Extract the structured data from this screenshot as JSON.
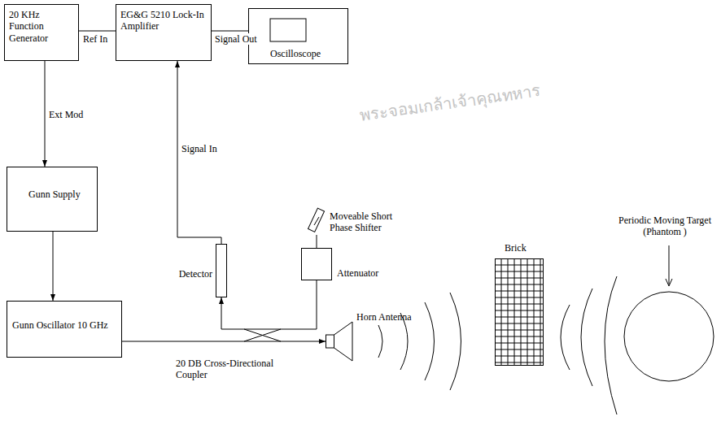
{
  "diagram": {
    "nodes": [
      {
        "text": [
          "20 KHz Function Generator"
        ]
      },
      {
        "text": [
          "EG&G 5210 Lock-In Amplifier"
        ]
      },
      {
        "text": [
          "Oscilloscope"
        ]
      },
      {
        "text": [
          "Gunn Supply"
        ]
      },
      {
        "text": [
          "Gunn Oscillator 10 GHz"
        ]
      },
      {
        "text": [
          "Detector"
        ]
      },
      {
        "text": [
          "Attenuator"
        ]
      },
      {
        "text": [
          "Moveable Short Phase Shifter"
        ]
      },
      {
        "text": [
          "Horn Antenna"
        ]
      },
      {
        "text": [
          "Brick"
        ]
      },
      {
        "text": [
          "Periodic Moving Target (Phantom )"
        ]
      }
    ],
    "edges": [
      {
        "from": 0,
        "to": 1,
        "label": "Ref In",
        "arrow": "none"
      },
      {
        "from": 1,
        "to": 2,
        "label": "Signal Out",
        "arrow": "none"
      },
      {
        "from": 0,
        "to": 3,
        "label": "Ext Mod",
        "arrow": "to"
      },
      {
        "from": 3,
        "to": 4,
        "arrow": "to"
      },
      {
        "from": 5,
        "to": 1,
        "label": "Signal In",
        "arrow": "to"
      },
      {
        "from": 4,
        "to": 8,
        "arrow": "to"
      },
      {
        "from": 7,
        "to": 6,
        "arrow": "none"
      },
      {
        "from": 6,
        "to": 5,
        "arrow": "to"
      }
    ],
    "labels": [
      "20 DB Cross-Directional Coupler",
      "พระจอมเกล้าเจ้าคุณทหาร"
    ]
  }
}
